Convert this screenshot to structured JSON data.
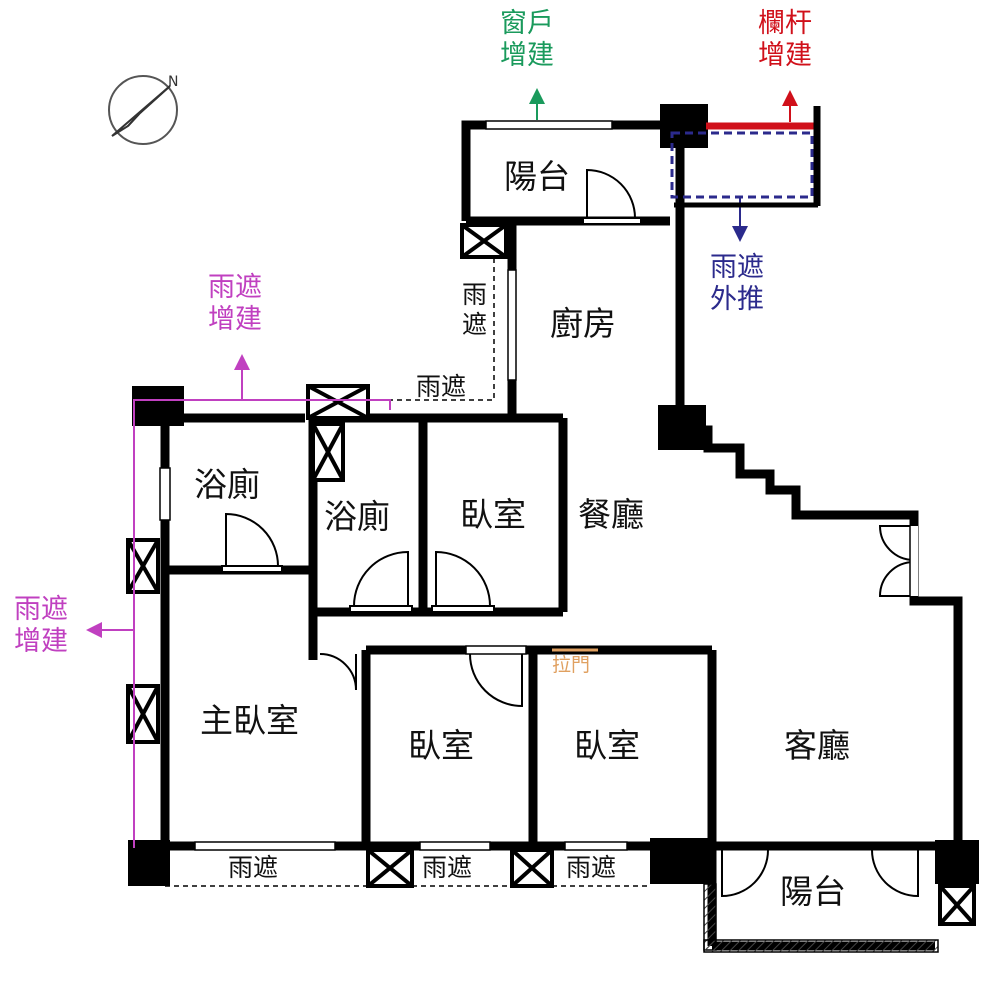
{
  "colors": {
    "wall": "#000000",
    "window_green": "#1a9a5c",
    "railing_red": "#d0101a",
    "canopy_navy": "#2b2a8c",
    "canopy_magenta": "#c040c0",
    "sliding_orange": "#e0a060"
  },
  "rooms": {
    "balcony_top": "陽台",
    "kitchen": "廚房",
    "bath_left": "浴廁",
    "bath_mid": "浴廁",
    "bedroom_mid": "臥室",
    "dining": "餐廳",
    "master_bedroom": "主臥室",
    "bedroom_low_left": "臥室",
    "bedroom_low_right": "臥室",
    "living": "客廳",
    "balcony_bottom": "陽台"
  },
  "notes": {
    "window_addition": [
      "窗戶",
      "增建"
    ],
    "railing_addition": [
      "欄杆",
      "增建"
    ],
    "canopy_push_out": [
      "雨遮",
      "外推"
    ],
    "canopy_addition_top": [
      "雨遮",
      "增建"
    ],
    "canopy_addition_left": [
      "雨遮",
      "增建"
    ],
    "canopy_vertical": [
      "雨",
      "遮"
    ],
    "canopy_upper": "雨遮",
    "canopy_bottom_1": "雨遮",
    "canopy_bottom_2": "雨遮",
    "canopy_bottom_3": "雨遮",
    "sliding_door": "拉門"
  },
  "compass": {
    "north_label": "N"
  }
}
